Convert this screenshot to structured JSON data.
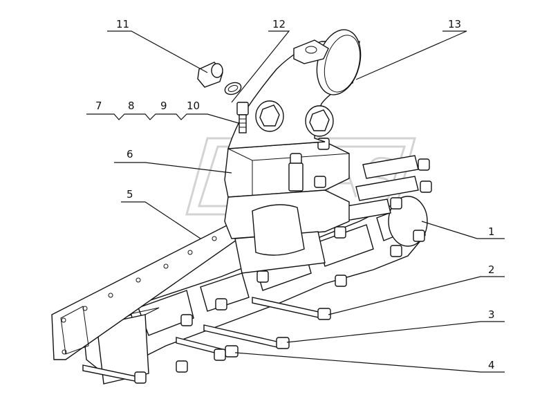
{
  "callouts": [
    {
      "id": "1",
      "text": "1"
    },
    {
      "id": "2",
      "text": "2"
    },
    {
      "id": "3",
      "text": "3"
    },
    {
      "id": "4",
      "text": "4"
    },
    {
      "id": "5",
      "text": "5"
    },
    {
      "id": "6",
      "text": "6"
    },
    {
      "id": "7",
      "text": "7"
    },
    {
      "id": "8",
      "text": "8"
    },
    {
      "id": "9",
      "text": "9"
    },
    {
      "id": "10",
      "text": "10"
    },
    {
      "id": "11",
      "text": "11"
    },
    {
      "id": "12",
      "text": "12"
    },
    {
      "id": "13",
      "text": "13"
    }
  ],
  "watermark": {
    "text": "CRAS"
  }
}
